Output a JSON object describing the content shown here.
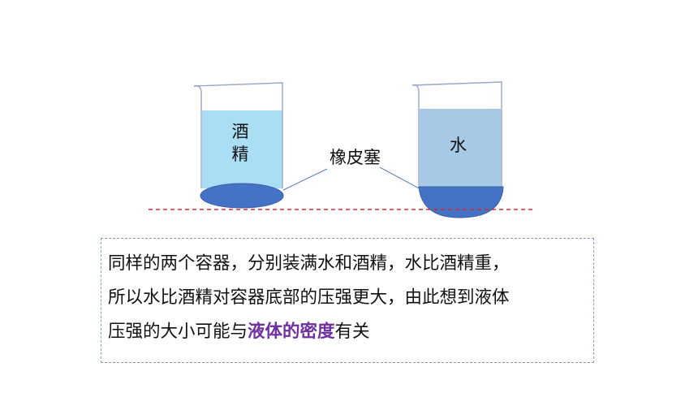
{
  "left_beaker": {
    "label": "酒精",
    "label_chars": [
      "酒",
      "精"
    ]
  },
  "right_beaker": {
    "label": "水"
  },
  "stopper_label": "橡皮塞",
  "explanation": {
    "line1": "同样的两个容器，分别装满水和酒精，水比酒精重，",
    "line2": "所以水比酒精对容器底部的压强更大，由此想到液体",
    "line3_before": "压强的大小可能与",
    "line3_highlight": "液体的密度",
    "line3_after": "有关"
  },
  "colors": {
    "alcohol": "#a9def4",
    "water": "#a6c9e6",
    "rubber": "#4472c4",
    "dashed_line": "#d9282f",
    "highlight": "#7030a0",
    "box_border": "#8a9ab8"
  }
}
